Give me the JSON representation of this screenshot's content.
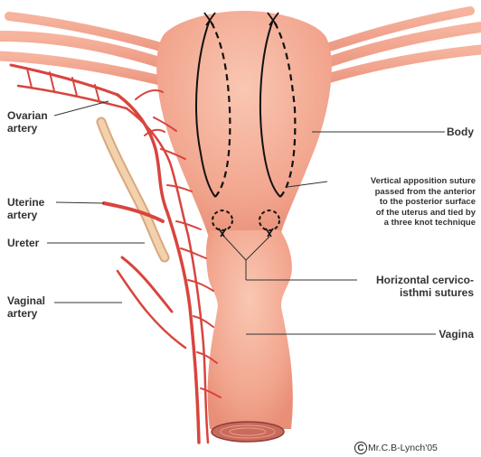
{
  "labels": {
    "ovarian_artery": [
      "Ovarian",
      "artery"
    ],
    "uterine_artery": [
      "Uterine",
      "artery"
    ],
    "ureter": "Ureter",
    "vaginal_artery": [
      "Vaginal",
      "artery"
    ],
    "body": "Body",
    "vertical_suture": [
      "Vertical apposition suture",
      "passed from the anterior",
      "to the posterior surface",
      "of the uterus and tied by",
      "a three knot technique"
    ],
    "horizontal_sutures": [
      "Horizontal cervico-",
      "isthmi sutures"
    ],
    "vagina": "Vagina"
  },
  "credit": {
    "symbol": "C",
    "text": "Mr.C.B-Lynch'05"
  },
  "colors": {
    "uterus": "#f2a58e",
    "uterus_light": "#f8c3ad",
    "artery": "#d9443e",
    "ureter": "#edc49a",
    "label_text": "#333333"
  }
}
